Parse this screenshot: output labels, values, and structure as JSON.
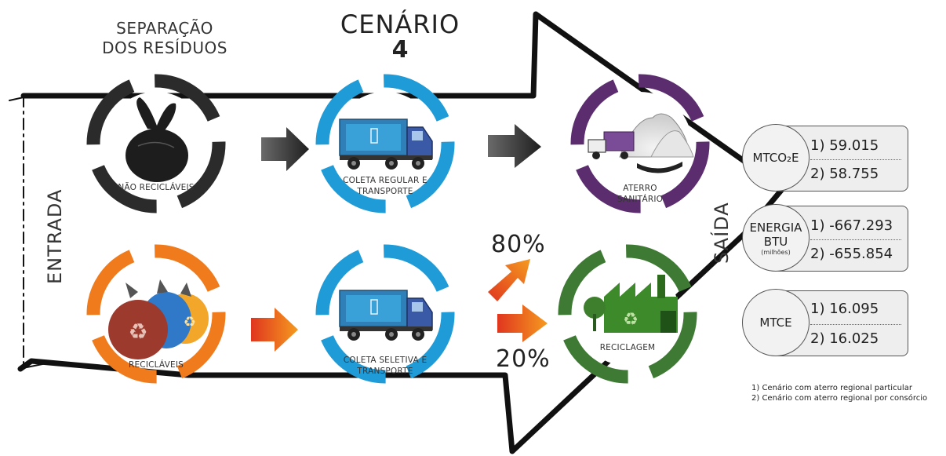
{
  "header": {
    "separation_line1": "SEPARAÇÃO",
    "separation_line2": "DOS RESÍDUOS",
    "scenario_title": "CENÁRIO",
    "scenario_number": "4"
  },
  "side_labels": {
    "input": "ENTRADA",
    "output": "SAÍDA"
  },
  "stages": {
    "non_recyclable": "NÃO RECICLÁVEIS",
    "recyclable": "RECICLÁVEIS",
    "regular_collection_line1": "COLETA REGULAR E",
    "regular_collection_line2": "TRANSPORTE",
    "selective_collection_line1": "COLETA SELETIVA E",
    "selective_collection_line2": "TRANSPORTE",
    "landfill_line1": "ATERRO",
    "landfill_line2": "SANITÁRIO",
    "recycling": "RECICLAGEM"
  },
  "split": {
    "upper": "80%",
    "lower": "20%"
  },
  "results": [
    {
      "label": "MTCO₂E",
      "sublabel": "",
      "value1": "1) 59.015",
      "value2": "2) 58.755"
    },
    {
      "label": "ENERGIA BTU",
      "sublabel": "(milhões)",
      "value1": "1) -667.293",
      "value2": "2) -655.854"
    },
    {
      "label": "MTCE",
      "sublabel": "",
      "value1": "1) 16.095",
      "value2": "2) 16.025"
    }
  ],
  "footnotes": {
    "note1": "1) Cenário com aterro regional particular",
    "note2": "2) Cenário com aterro regional por consórcio"
  },
  "colors": {
    "black_ring": "#2b2b2b",
    "orange_ring": "#f07b1c",
    "blue_ring": "#1f9bd7",
    "purple_ring": "#5b2d6e",
    "green_ring": "#3f7a35",
    "truck_blue": "#2f7fb8",
    "truck_cab": "#3a5aa8"
  }
}
